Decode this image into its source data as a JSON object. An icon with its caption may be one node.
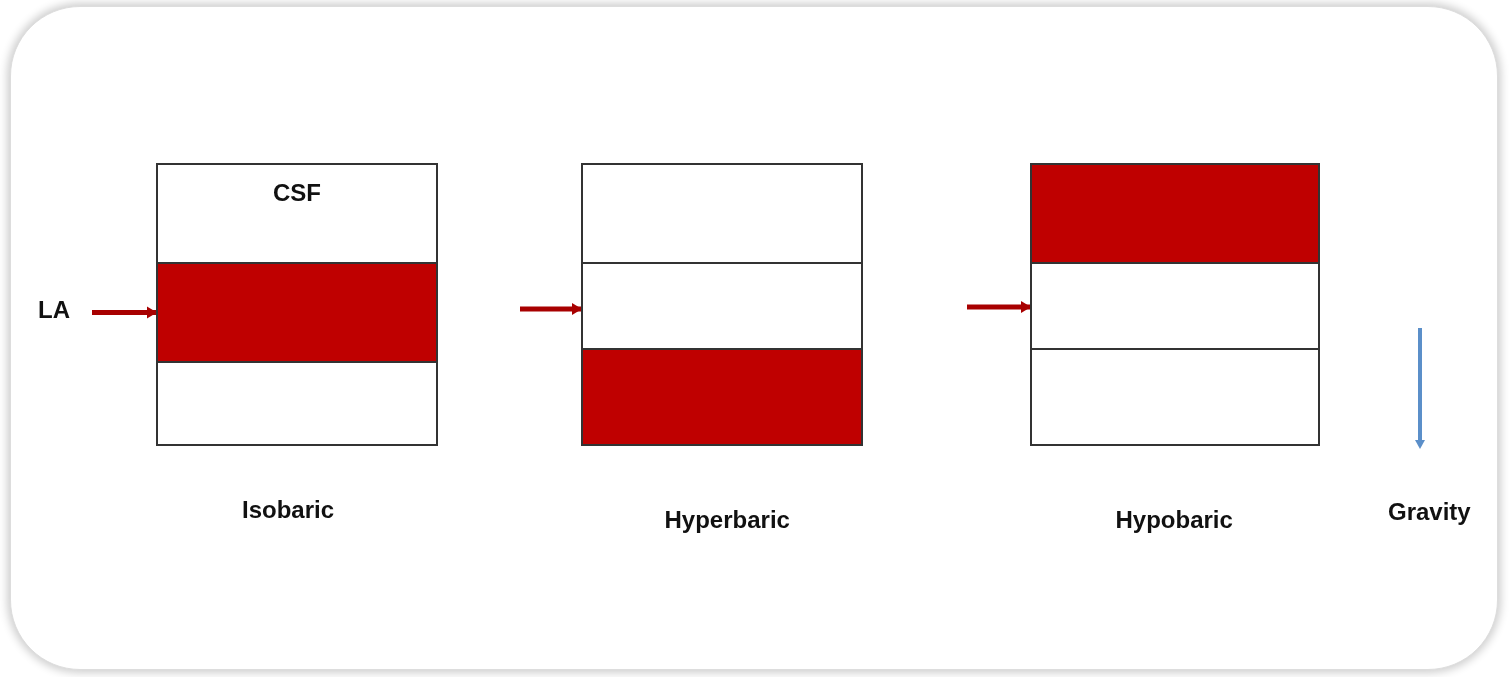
{
  "diagram": {
    "nodes": [
      {
        "text": [],
        "shape": "box",
        "beside": [
          "Isobaric"
        ]
      },
      {
        "text": [
          "CSF"
        ],
        "in": 0
      },
      {
        "text": [],
        "shape": "box",
        "in": 0
      },
      {
        "text": [],
        "shape": "box",
        "in": 0
      },
      {
        "text": [
          "LA"
        ]
      },
      {
        "text": [],
        "shape": "box",
        "beside": [
          "Hyperbaric"
        ]
      },
      {
        "text": [],
        "shape": "box",
        "in": 5
      },
      {
        "text": [],
        "shape": "box",
        "in": 5
      },
      {
        "text": [],
        "shape": "box",
        "in": 5
      },
      {
        "text": [],
        "shape": "box",
        "beside": [
          "Hypobaric"
        ]
      },
      {
        "text": [],
        "shape": "box",
        "in": 9
      },
      {
        "text": [],
        "shape": "box",
        "in": 9
      },
      {
        "text": [],
        "shape": "box",
        "in": 9
      }
    ],
    "edges": [
      {
        "from": 4,
        "to": 2,
        "arrow": "to"
      },
      {
        "from": null,
        "to": 7,
        "arrow": "to"
      },
      {
        "from": null,
        "to": 11,
        "arrow": "to"
      }
    ],
    "labels": [
      "Gravity"
    ]
  }
}
